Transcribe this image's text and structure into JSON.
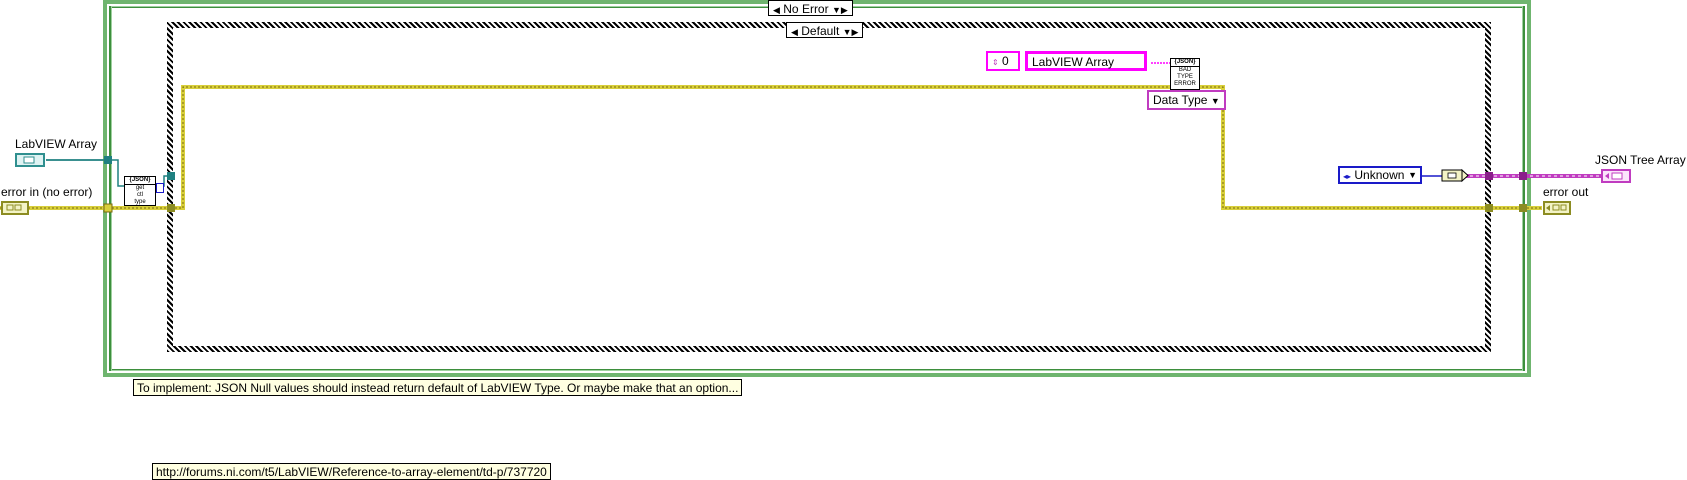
{
  "outer_case": {
    "selector_label": "No Error"
  },
  "inner_case": {
    "selector_label": "Default"
  },
  "inputs": {
    "labview_array_label": "LabVIEW Array",
    "error_in_label": "error in (no error)"
  },
  "outputs": {
    "json_tree_array_label": "JSON Tree Array",
    "error_out_label": "error out"
  },
  "subvis": {
    "get_ctl_type": {
      "header": "{JSON}",
      "lines": [
        "get",
        "ctl",
        "type"
      ]
    },
    "bad_type_error": {
      "header": "{JSON}",
      "lines": [
        "BAD",
        "TYPE",
        "ERROR"
      ]
    }
  },
  "constants": {
    "index_value": "0",
    "labview_array_string": "LabVIEW Array",
    "data_type_ring": "Data Type",
    "unknown_enum": "Unknown"
  },
  "comments": {
    "todo": "To implement: JSON Null values should instead return default of LabVIEW Type. Or maybe make that an option...",
    "url": "http://forums.ni.com/t5/LabVIEW/Reference-to-array-element/td-p/737720"
  },
  "colors": {
    "error_wire": "#d8cf3b",
    "array_wire": "#1f8080",
    "json_wire": "#c03cc0",
    "enum_wire": "#1a1ac8",
    "outer_frame": "#4ea64e"
  }
}
